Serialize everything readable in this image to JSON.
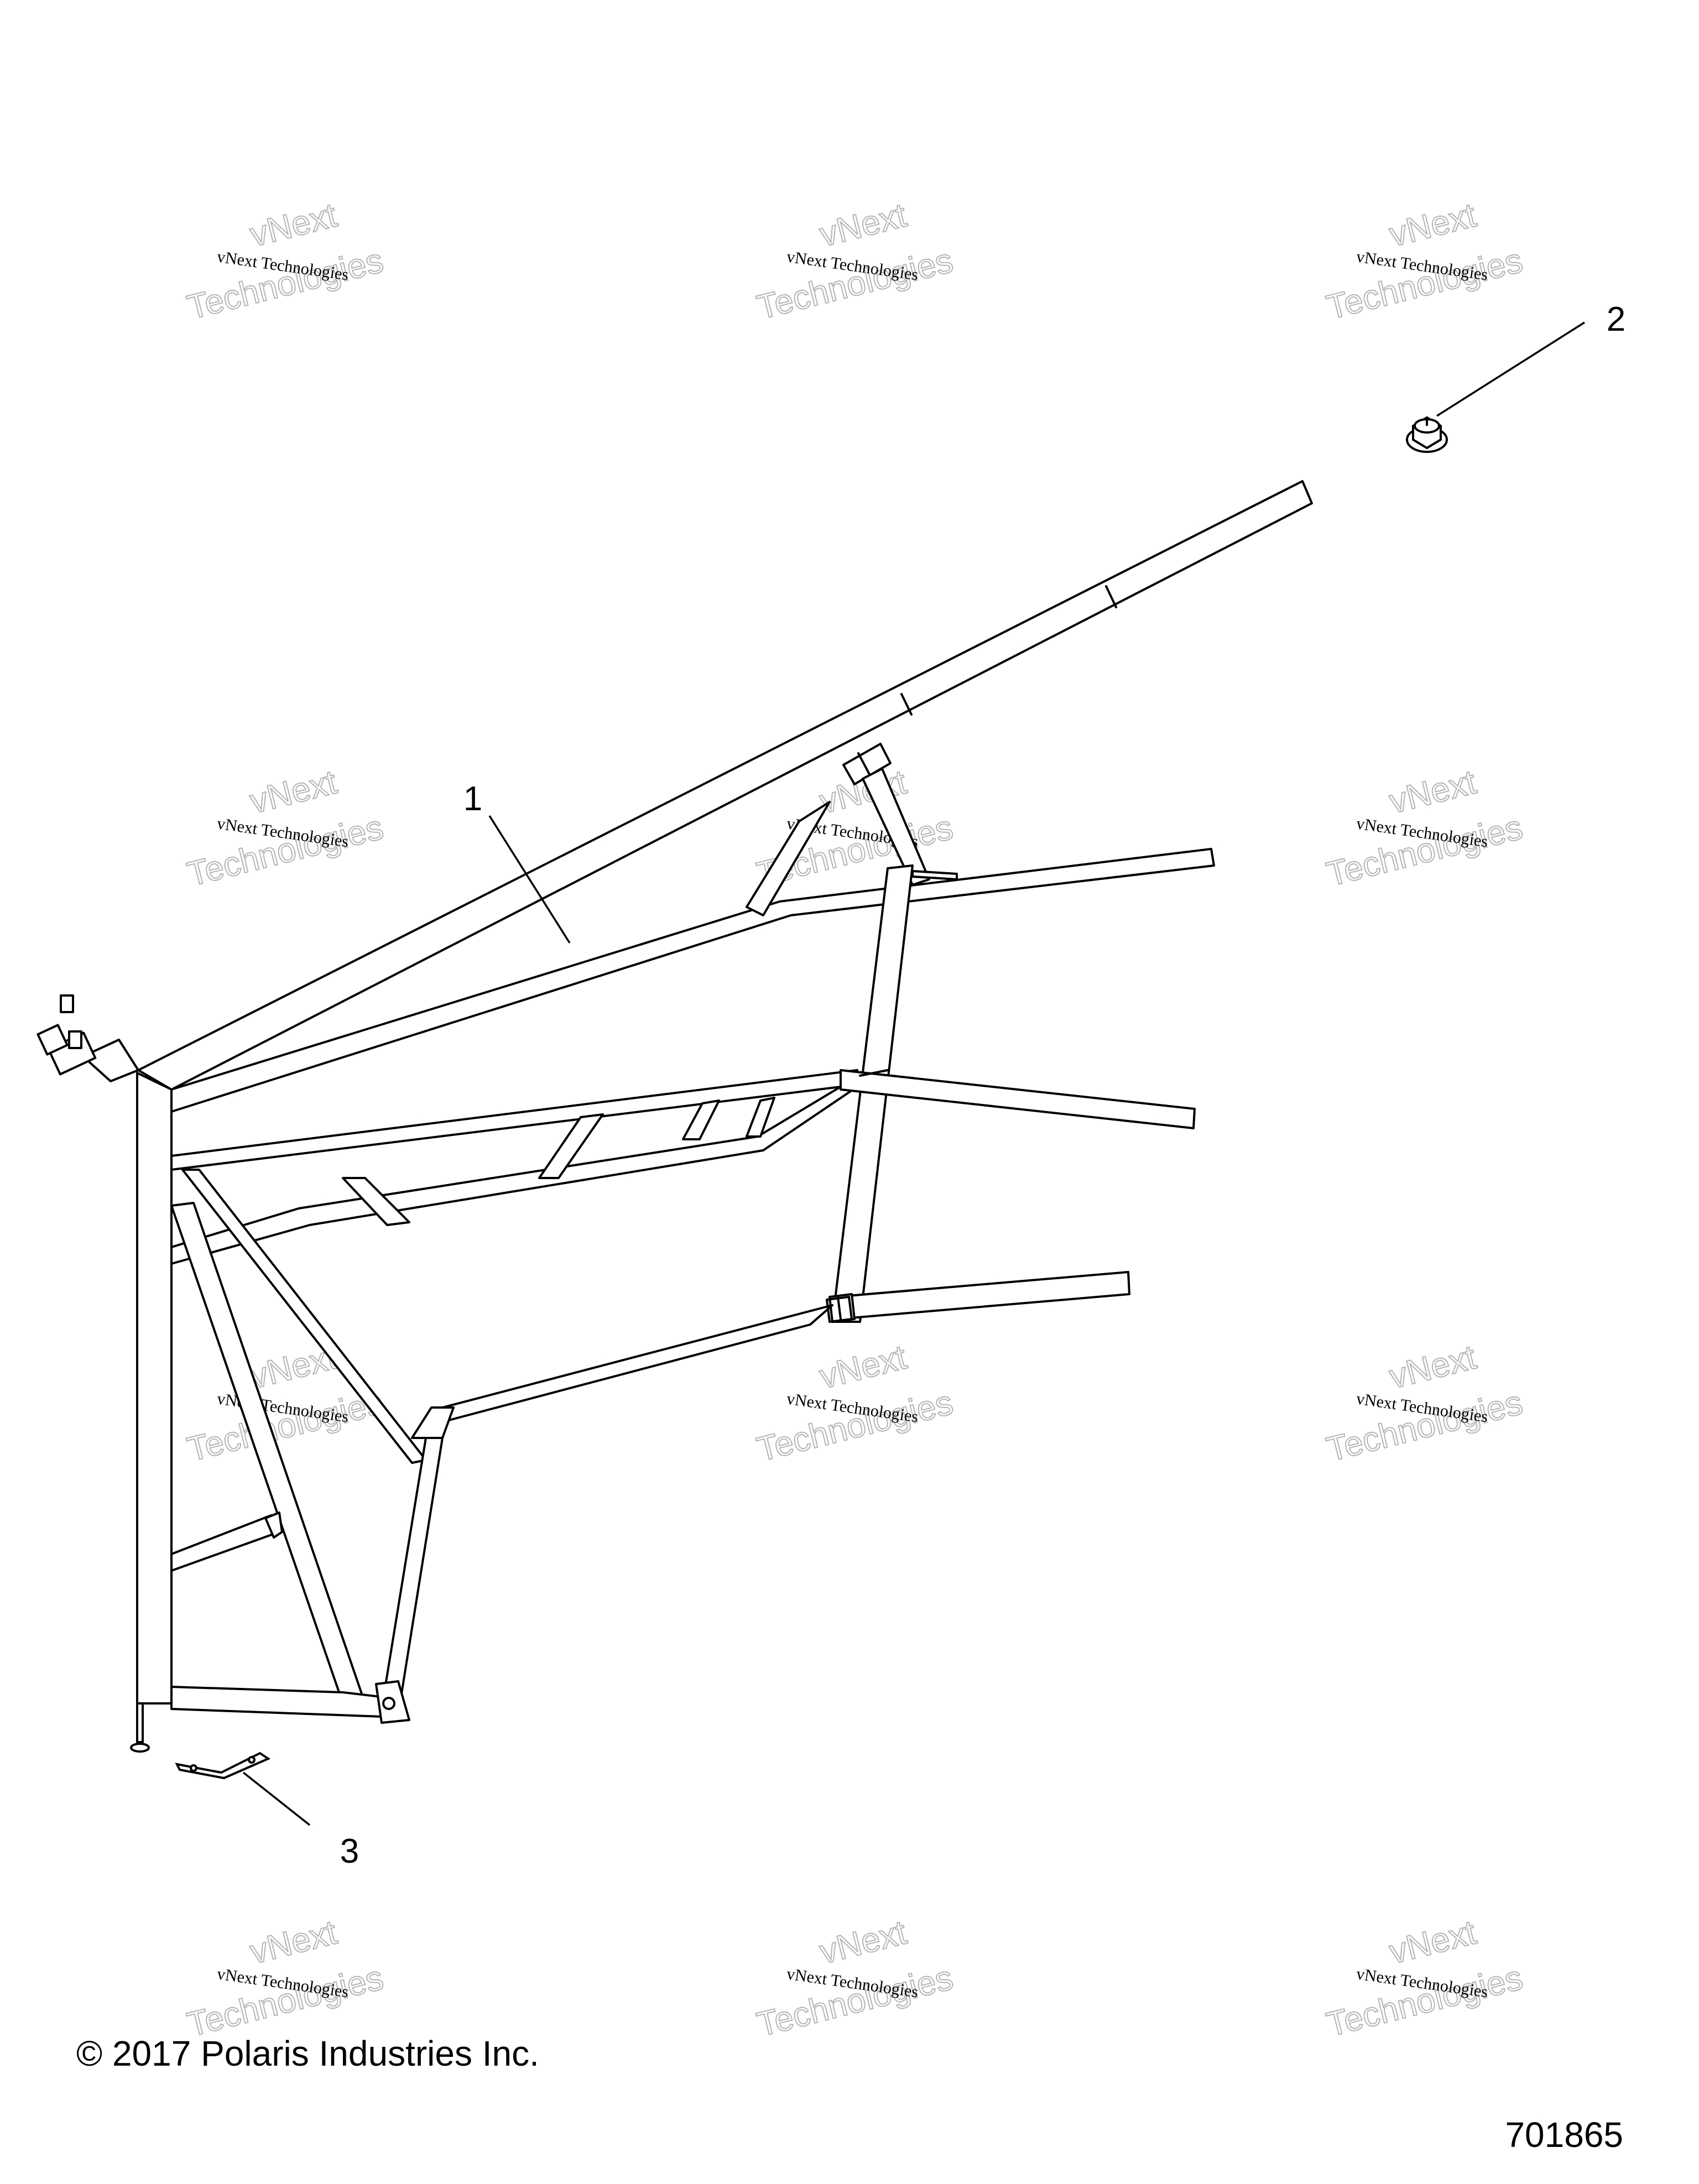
{
  "callouts": [
    {
      "id": "callout-1",
      "label": "1"
    },
    {
      "id": "callout-2",
      "label": "2"
    },
    {
      "id": "callout-3",
      "label": "3"
    }
  ],
  "watermark": {
    "line_small": "vNext Technologies",
    "line_big_a": "vNext",
    "line_big_b": "Technologies"
  },
  "footer": {
    "copyright": "© 2017 Polaris Industries Inc.",
    "drawing_number": "701865"
  },
  "colors": {
    "line": "#000000",
    "watermark": "#b5b5b5"
  }
}
